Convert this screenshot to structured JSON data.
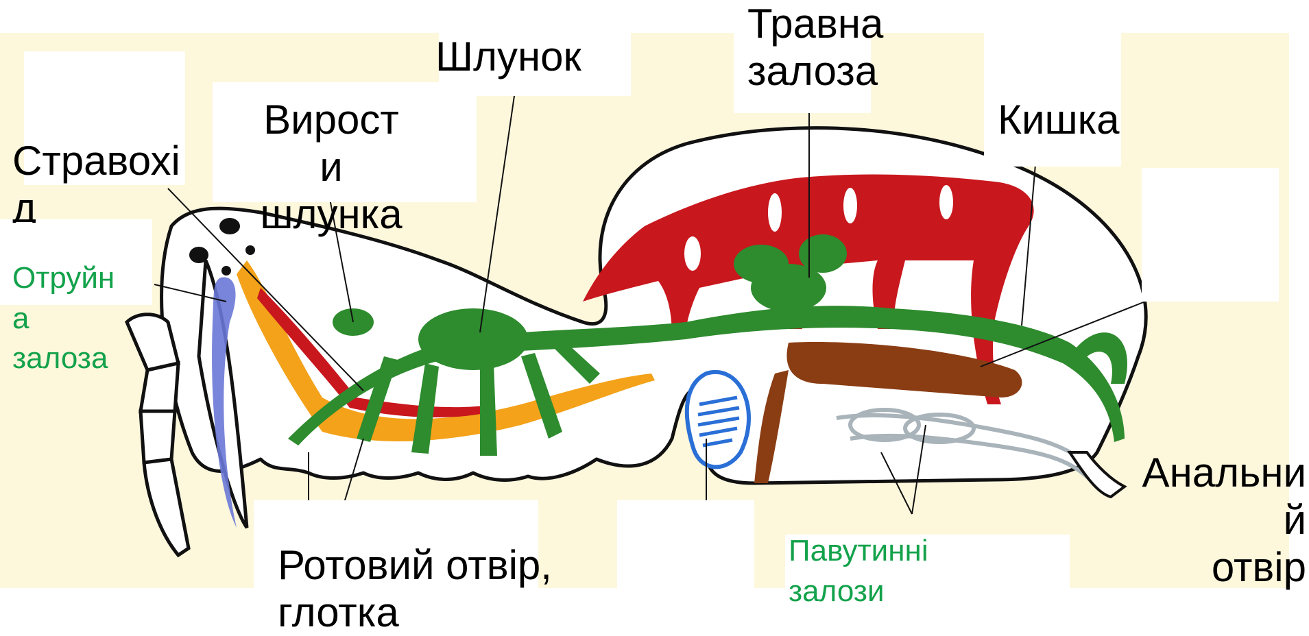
{
  "colors": {
    "background": "#fdf7dc",
    "outline": "#111111",
    "digestive_green": "#2e8b2e",
    "liver_red": "#c8171d",
    "venom_blue": "#5a6bd0",
    "nerve_orange": "#f3a21a",
    "ovary_brown": "#8a3d13",
    "lung_blue": "#2a6fd6",
    "silk_gray": "#a9b3ba",
    "label_green": "#13a24b"
  },
  "labels": {
    "stomach": "Шлунок",
    "digestive_gland": [
      "Травна",
      "залоза"
    ],
    "gut": "Кишка",
    "stomach_outgrowths": [
      "Вирост",
      "и",
      "шлунка"
    ],
    "esophagus": [
      "Стравохі",
      "д"
    ],
    "venom_gland": [
      "Отруйн",
      "а",
      "залоза"
    ],
    "mouth_pharynx": [
      "Ротовий отвір,",
      "глотка"
    ],
    "silk_glands": [
      "Павутинні",
      "залози"
    ],
    "anal_opening": [
      "Анальни",
      "й",
      "отвір"
    ]
  }
}
